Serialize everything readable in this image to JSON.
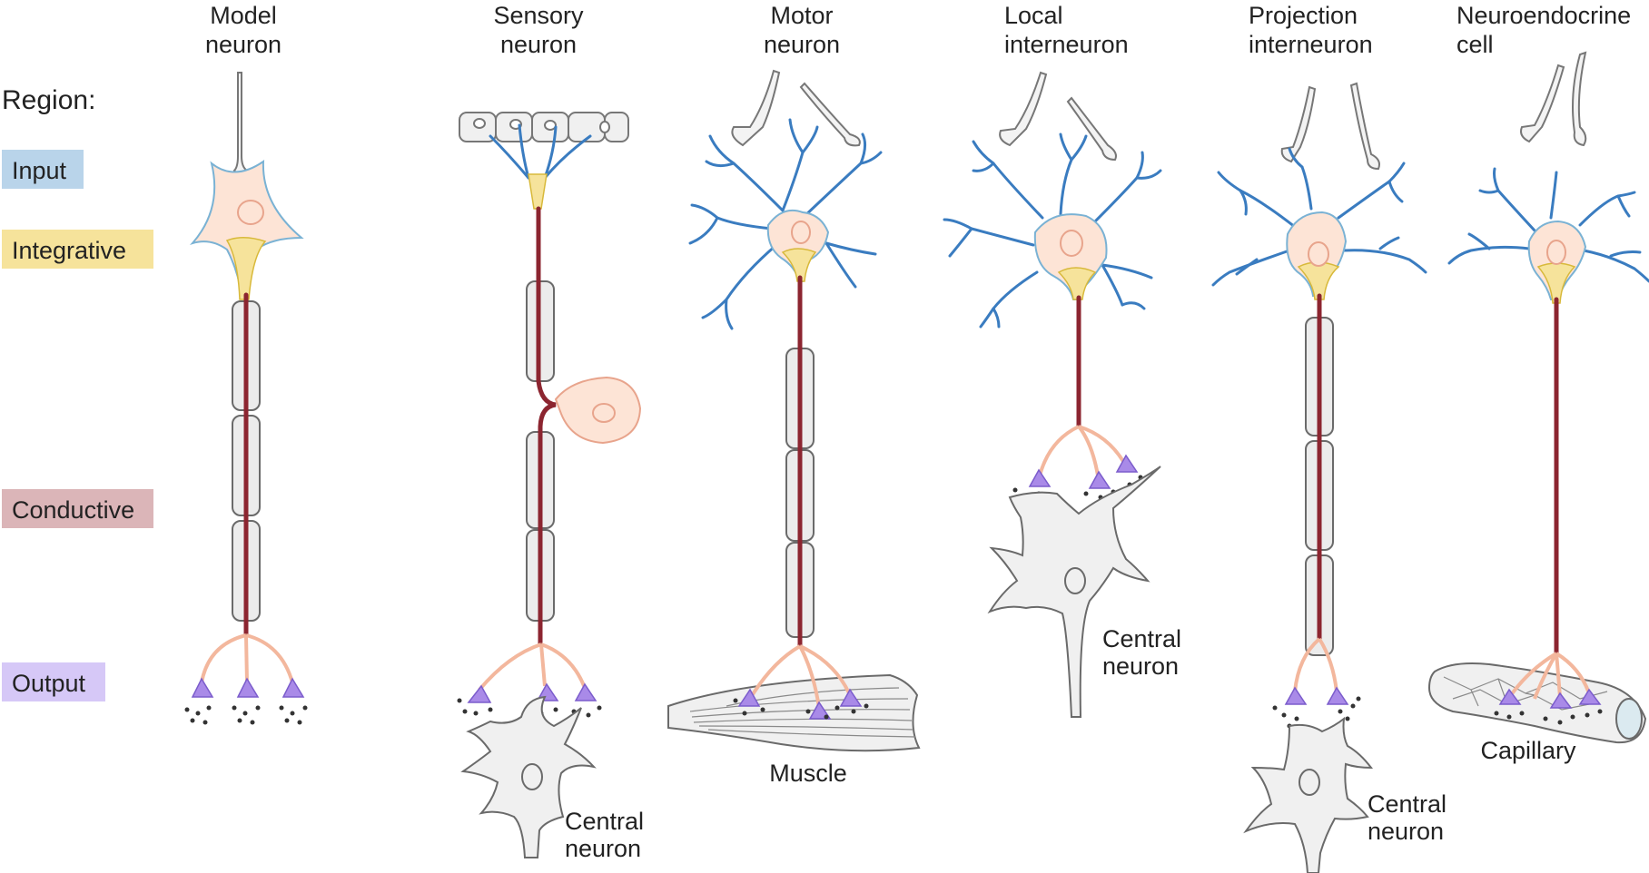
{
  "colors": {
    "input": "#b9d4ea",
    "integrative": "#f6e39b",
    "conductive": "#dbb5b8",
    "output": "#d6c8f7",
    "dendrite": "#3a7cc0",
    "soma_fill": "#fde4d6",
    "soma_stroke": "#7ab2d4",
    "axon": "#8c2530",
    "terminal_branch": "#f3b79d",
    "terminal_bouton": "#a98ae8",
    "target_fill": "#f0f0f0",
    "target_stroke": "#6a6a6a"
  },
  "region_legend": {
    "title": "Region:",
    "items": [
      {
        "key": "input",
        "label": "Input"
      },
      {
        "key": "integrative",
        "label": "Integrative"
      },
      {
        "key": "conductive",
        "label": "Conductive"
      },
      {
        "key": "output",
        "label": "Output"
      }
    ]
  },
  "neurons": [
    {
      "key": "model",
      "title_lines": [
        "Model",
        "neuron"
      ],
      "target_lines": []
    },
    {
      "key": "sensory",
      "title_lines": [
        "Sensory",
        "neuron"
      ],
      "target_lines": [
        "Central",
        "neuron"
      ]
    },
    {
      "key": "motor",
      "title_lines": [
        "Motor",
        "neuron"
      ],
      "target_lines": [
        "Muscle"
      ]
    },
    {
      "key": "local",
      "title_lines": [
        "Local",
        "interneuron"
      ],
      "target_lines": [
        "Central",
        "neuron"
      ]
    },
    {
      "key": "projection",
      "title_lines": [
        "Projection",
        "interneuron"
      ],
      "target_lines": [
        "Central",
        "neuron"
      ]
    },
    {
      "key": "neuroendocrine",
      "title_lines": [
        "Neuroendocrine",
        "cell"
      ],
      "target_lines": [
        "Capillary"
      ]
    }
  ]
}
